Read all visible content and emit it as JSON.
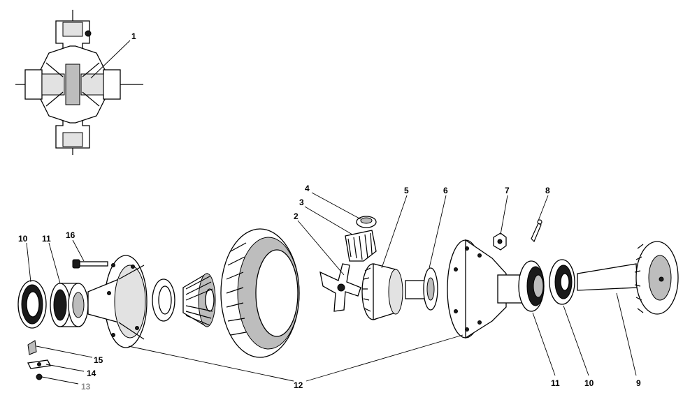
{
  "labels": {
    "l1": "1",
    "l2": "2",
    "l3": "3",
    "l4": "4",
    "l5": "5",
    "l6": "6",
    "l7": "7",
    "l8": "8",
    "l9": "9",
    "l10a": "10",
    "l10b": "10",
    "l11a": "11",
    "l11b": "11",
    "l12": "12",
    "l13": "13",
    "l14": "14",
    "l15": "15",
    "l16": "16"
  }
}
